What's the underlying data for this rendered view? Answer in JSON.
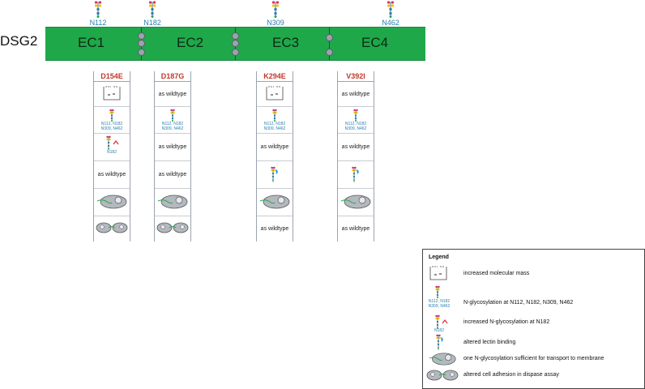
{
  "protein": "DSG2",
  "domains": [
    "EC1",
    "EC2",
    "EC3",
    "EC4"
  ],
  "glycosylation_sites": [
    "N112",
    "N182",
    "N309",
    "N462"
  ],
  "mutations": [
    "D154E",
    "D187G",
    "K294E",
    "V392I"
  ],
  "cell_texts": {
    "as_wildtype": "as wildtype",
    "sites_line1": "N112, N182",
    "sites_line2": "N309, N462",
    "n182": "N182"
  },
  "legend": {
    "title": "Legend",
    "items": [
      "increased molecular mass",
      "N-glycosylation at N112, N182, N309, N462",
      "increased N-glycosylation at N182",
      "altered lectin binding",
      "one N-glycosylation sufficient for transport to membrane",
      "altered cell adhesion in dispase assay"
    ]
  },
  "colors": {
    "domain_bar": "#1fa84a",
    "mutation_label": "#c0392b",
    "site_label": "#2a7fb0"
  }
}
